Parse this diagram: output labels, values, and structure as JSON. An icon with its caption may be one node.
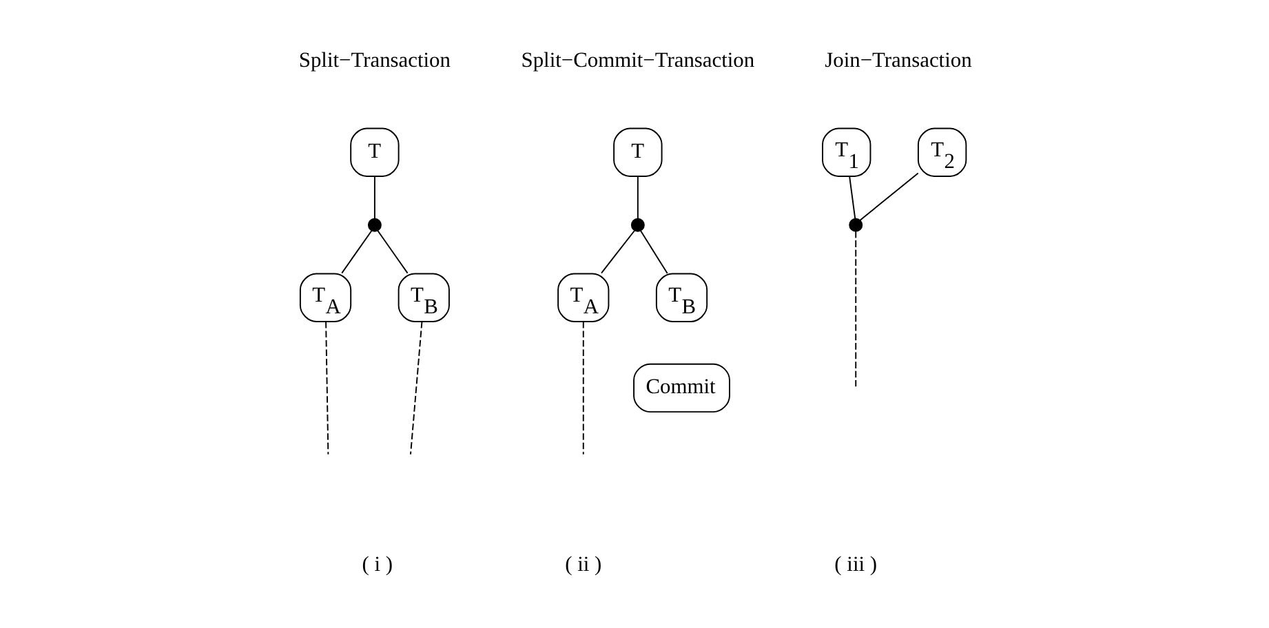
{
  "diagram": {
    "nodes": [
      {
        "text": [
          "T"
        ]
      },
      {
        "text": [],
        "shape": "circle"
      },
      {
        "text": [
          "T$_{A}$"
        ]
      },
      {
        "text": [
          "T$_{B}$"
        ]
      },
      {
        "text": [
          "T"
        ]
      },
      {
        "text": [],
        "shape": "circle"
      },
      {
        "text": [
          "T$_{A}$"
        ]
      },
      {
        "text": [
          "T$_{B}$"
        ]
      },
      {
        "text": [
          "Commit"
        ]
      },
      {
        "text": [
          "T$_{1}$"
        ]
      },
      {
        "text": [
          "T$_{2}$"
        ]
      },
      {
        "text": [],
        "shape": "circle"
      }
    ],
    "edges": [
      {
        "from": 0,
        "to": 1,
        "arrow": "none"
      },
      {
        "from": 1,
        "to": 2,
        "arrow": "none"
      },
      {
        "from": 1,
        "to": 3,
        "arrow": "none"
      },
      {
        "from": 2,
        "to": null,
        "arrow": "none",
        "style": "dashed"
      },
      {
        "from": 3,
        "to": null,
        "arrow": "none",
        "style": "dashed"
      },
      {
        "from": 4,
        "to": 5,
        "arrow": "none"
      },
      {
        "from": 5,
        "to": 6,
        "arrow": "none"
      },
      {
        "from": 5,
        "to": 7,
        "arrow": "none"
      },
      {
        "from": 6,
        "to": null,
        "arrow": "none",
        "style": "dashed"
      },
      {
        "from": 9,
        "to": 11,
        "arrow": "none"
      },
      {
        "from": 10,
        "to": 11,
        "arrow": "none"
      },
      {
        "from": 11,
        "to": null,
        "arrow": "none",
        "style": "dashed"
      }
    ],
    "labels": [
      "Split−Transaction",
      "Split−Commit−Transaction",
      "Join−Transaction",
      "( i )",
      "( ii )",
      "( iii )"
    ]
  }
}
